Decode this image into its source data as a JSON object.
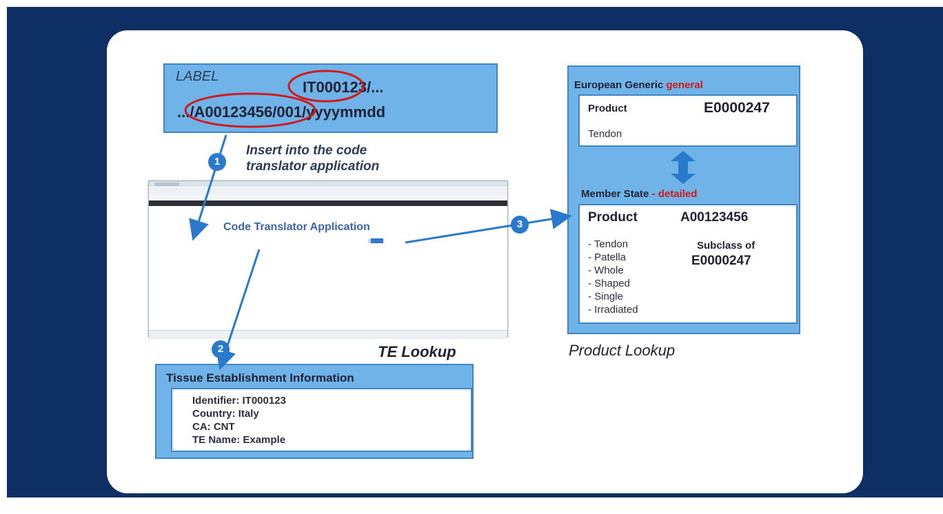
{
  "label_box": {
    "caption": "LABEL",
    "line1": "IT000123/...",
    "line2": ".../A00123456/001/yyyymmdd"
  },
  "instruction": {
    "line1": "Insert into the code",
    "line2": "translator application"
  },
  "steps": [
    "1",
    "2",
    "3"
  ],
  "app": {
    "title": "Code Translator Application",
    "caption": "TE Lookup"
  },
  "tissue": {
    "header": "Tissue Establishment Information",
    "lines": [
      "Identifier: IT000123",
      "Country: Italy",
      "CA: CNT",
      "TE Name: Example"
    ]
  },
  "european": {
    "header": "European Generic",
    "tag": "general",
    "product_label": "Product",
    "code": "E0000247",
    "name": "Tendon"
  },
  "member": {
    "header": "Member State",
    "tag": "- detailed",
    "product_label": "Product",
    "code": "A00123456",
    "attributes": [
      "- Tendon",
      "- Patella",
      "- Whole",
      "- Shaped",
      "- Single",
      "- Irradiated"
    ],
    "subclass_label": "Subclass of",
    "subclass_code": "E0000247"
  },
  "product_lookup_caption": "Product Lookup",
  "colors": {
    "frame": "#0d2f63",
    "box_fill": "#6fb3e8",
    "box_border": "#3f86c8",
    "arrow": "#2979cc",
    "highlight": "#d11a1a"
  }
}
